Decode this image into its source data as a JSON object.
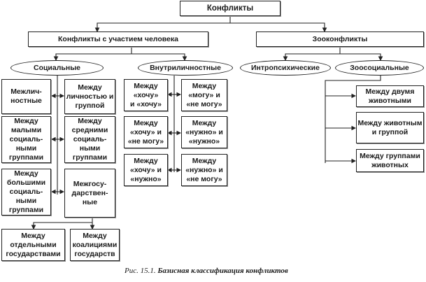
{
  "root": "Конфликты",
  "branches": {
    "human": "Конфликты с участием человека",
    "zoo": "Зооконфликты"
  },
  "categories": {
    "social": "Социальные",
    "intrapersonal": "Внутриличностные",
    "intropsychic": "Интропсихические",
    "zoosocial": "Зоосоциальные"
  },
  "social_left": [
    "Межлич-\nностные",
    "Между\nмалыми\nсоциаль-\nными\nгруппами",
    "Между\nбольшими\nсоциаль-\nными\nгруппами"
  ],
  "social_right": [
    "Между\nличностью и\nгруппой",
    "Между\nсредними\nсоциаль-\nными\nгруппами",
    "Межгосу-\nдарствен-\nные"
  ],
  "interstate": [
    "Между\nотдельными\nгосударствами",
    "Между\nкоалициями\nгосударств"
  ],
  "intrapersonal_left": [
    "Между\n«хочу»\nи «хочу»",
    "Между\n«хочу» и\n«не могу»",
    "Между\n«хочу» и\n«нужно»"
  ],
  "intrapersonal_right": [
    "Между\n«могу» и\n«не могу»",
    "Между\n«нужно» и\n«нужно»",
    "Между\n«нужно» и\n«не могу»"
  ],
  "zoosocial_items": [
    "Между двумя\nживотными",
    "Между животным\nи группой",
    "Между группами\nживотных"
  ],
  "caption": {
    "prefix": "Рис. 15.1.",
    "title": "Базисная классификация конфликтов"
  }
}
